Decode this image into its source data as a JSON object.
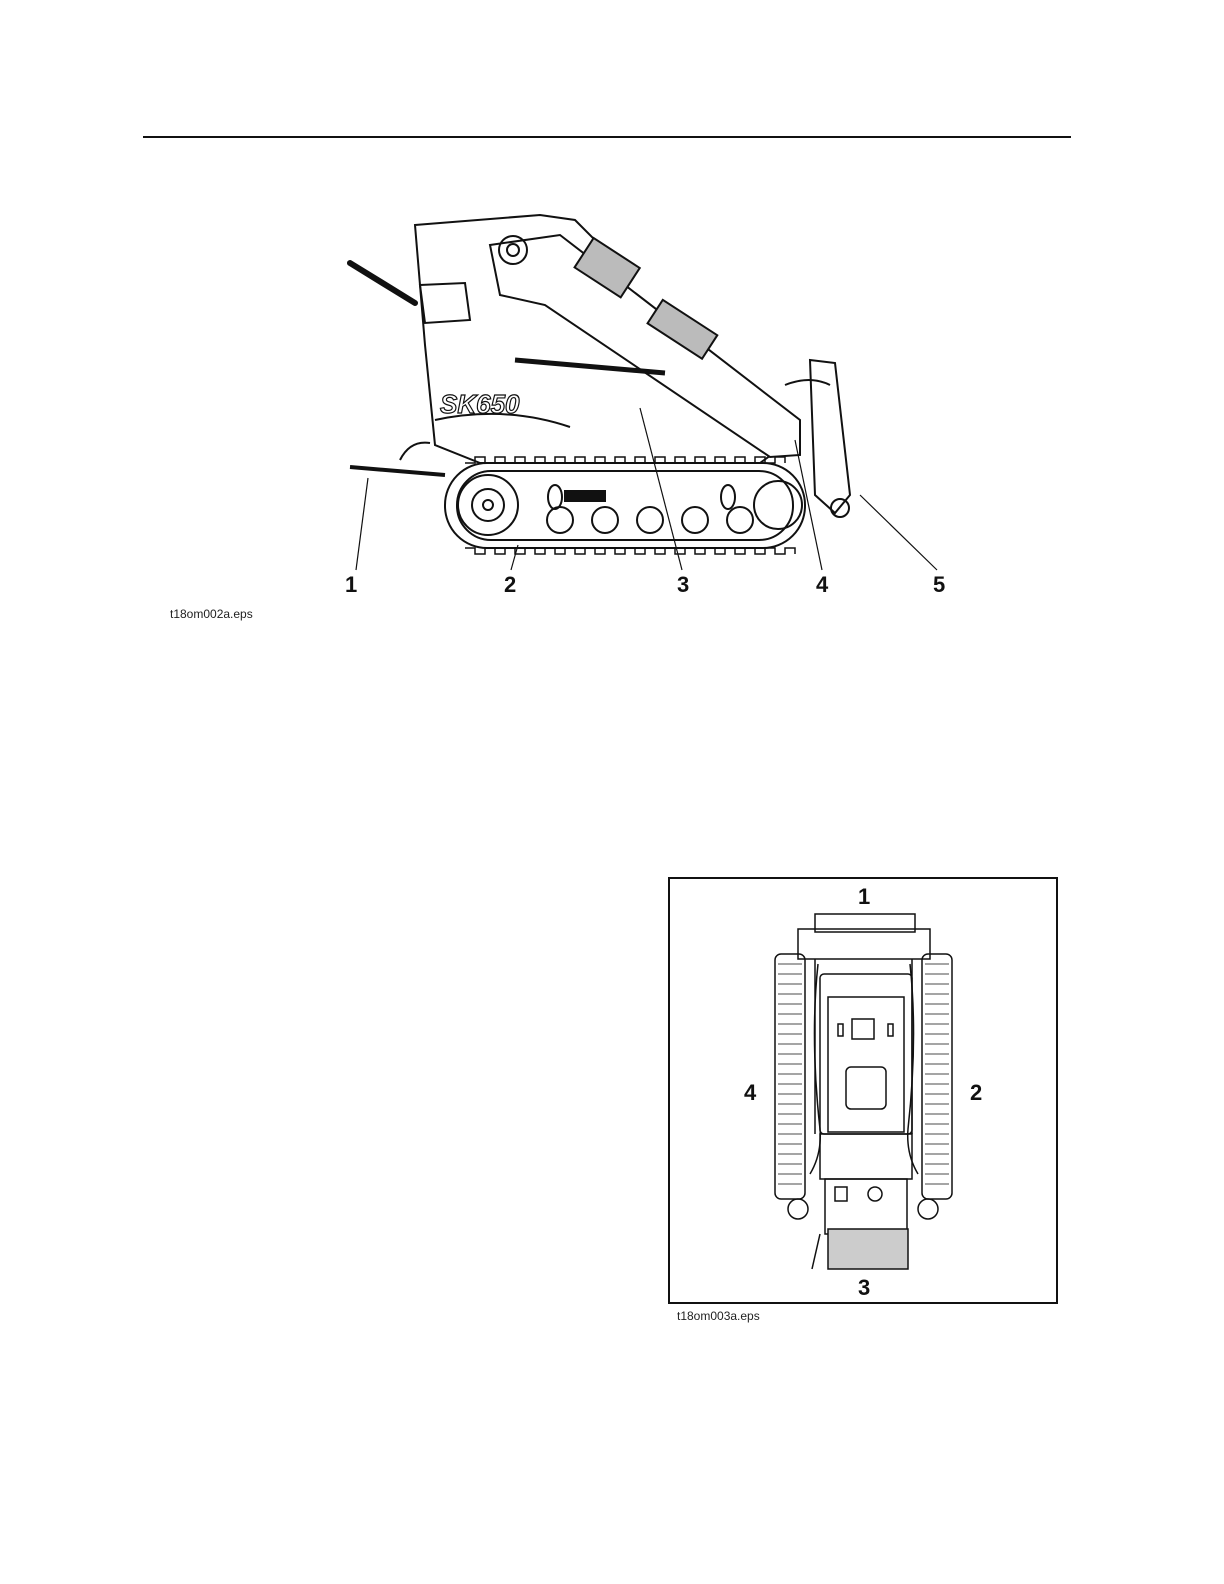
{
  "figure_side": {
    "callouts": [
      "1",
      "2",
      "3",
      "4",
      "5"
    ],
    "model_decal": "SK650",
    "caption": "t18om002a.eps"
  },
  "figure_top": {
    "callouts": [
      "1",
      "2",
      "3",
      "4"
    ],
    "caption": "t18om003a.eps"
  }
}
